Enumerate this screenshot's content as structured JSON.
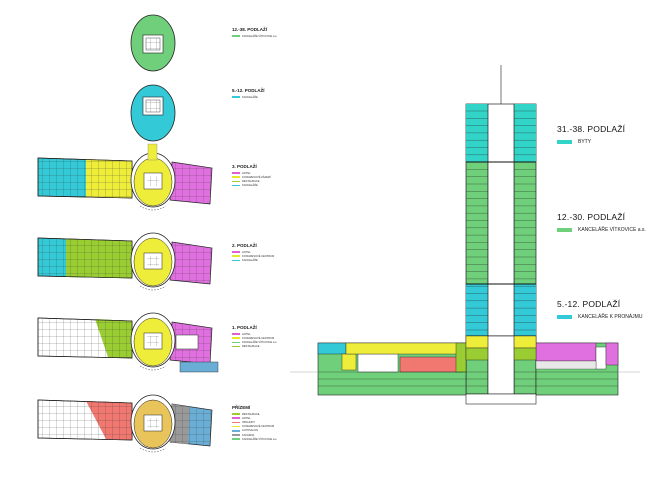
{
  "plans": [
    {
      "title": "12.-38. PODLAŽÍ",
      "legend": [
        {
          "text": "KANCELÁŘE VÍTKOVICE a.s.",
          "color": "#6fcf7a"
        }
      ]
    },
    {
      "title": "5.-12. PODLAŽÍ",
      "legend": [
        {
          "text": "KANCELÁŘE",
          "color": "#33c9d6"
        }
      ]
    },
    {
      "title": "3. PODLAŽÍ",
      "legend": [
        {
          "text": "HOTEL",
          "color": "#e060d0"
        },
        {
          "text": "KONGRESOVÉ ZÁZEMÍ",
          "color": "#e8e82a"
        },
        {
          "text": "RESTAURACE",
          "color": "#9acd32"
        },
        {
          "text": "KANCELÁŘE",
          "color": "#33c9d6"
        }
      ]
    },
    {
      "title": "2. PODLAŽÍ",
      "legend": [
        {
          "text": "HOTEL",
          "color": "#e060d0"
        },
        {
          "text": "KONGRESOVÉ CENTRUM",
          "color": "#e8e82a"
        },
        {
          "text": "KANCELÁŘE",
          "color": "#33c9d6"
        }
      ]
    },
    {
      "title": "1. PODLAŽÍ",
      "legend": [
        {
          "text": "HOTEL",
          "color": "#e060d0"
        },
        {
          "text": "KONGRESOVÉ CENTRUM",
          "color": "#e8e82a"
        },
        {
          "text": "KANCELÁŘE VÍTKOVICE a.s.",
          "color": "#6fcf7a"
        },
        {
          "text": "RESTAURACE",
          "color": "#9acd32"
        }
      ]
    },
    {
      "title": "PŘÍZEMÍ",
      "legend": [
        {
          "text": "RESTAURACE",
          "color": "#9acd32"
        },
        {
          "text": "HOTEL",
          "color": "#e060d0"
        },
        {
          "text": "OBCHODY",
          "color": "#f07870"
        },
        {
          "text": "KONGRESOVÉ CENTRUM",
          "color": "#e8e82a"
        },
        {
          "text": "AUTOSALON",
          "color": "#6aaed6"
        },
        {
          "text": "KAVÁRNA",
          "color": "#999999"
        },
        {
          "text": "KANCELÁŘE VÍTKOVICE a.s.",
          "color": "#6fcf7a"
        }
      ]
    }
  ],
  "section": [
    {
      "title": "31.-38. PODLAŽÍ",
      "label": "BYTY",
      "color": "#33d4c8"
    },
    {
      "title": "12.-30. PODLAŽÍ",
      "label": "KANCELÁŘE VÍTKOVICE a.s.",
      "color": "#6fcf7a"
    },
    {
      "title": "5.-12. PODLAŽÍ",
      "label": "KANCELÁŘE K PRONÁJMU",
      "color": "#33c9d6"
    }
  ]
}
